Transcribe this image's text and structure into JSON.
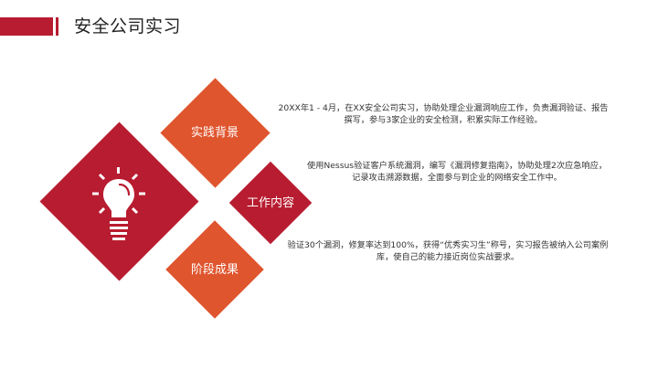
{
  "header": {
    "title": "安全公司实习"
  },
  "colors": {
    "primary_red": "#b81c30",
    "accent_orange": "#df552e",
    "text": "#333333"
  },
  "main": {
    "icon": "lightbulb-icon",
    "sections": [
      {
        "label": "实践背景",
        "color": "#df552e",
        "description_lines": [
          "20XX年1 - 4月，在XX安全公司实习，协助处理企业漏洞响应工作，负责漏洞验证、报告",
          "撰写，参与3家企业的安全检测，积累实际工作经验。"
        ]
      },
      {
        "label": "工作内容",
        "color": "#b81c30",
        "description_lines": [
          "使用Nessus验证客户系统漏洞，编写《漏洞修复指南》，协助处理2次应急响应，",
          "记录攻击溯源数据，全面参与到企业的网络安全工作中。"
        ]
      },
      {
        "label": "阶段成果",
        "color": "#df552e",
        "description_lines": [
          "验证30个漏洞，修复率达到100%，获得“优秀实习生”称号，实习报告被纳入公司案例",
          "库，使自己的能力接近岗位实战要求。"
        ]
      }
    ]
  }
}
